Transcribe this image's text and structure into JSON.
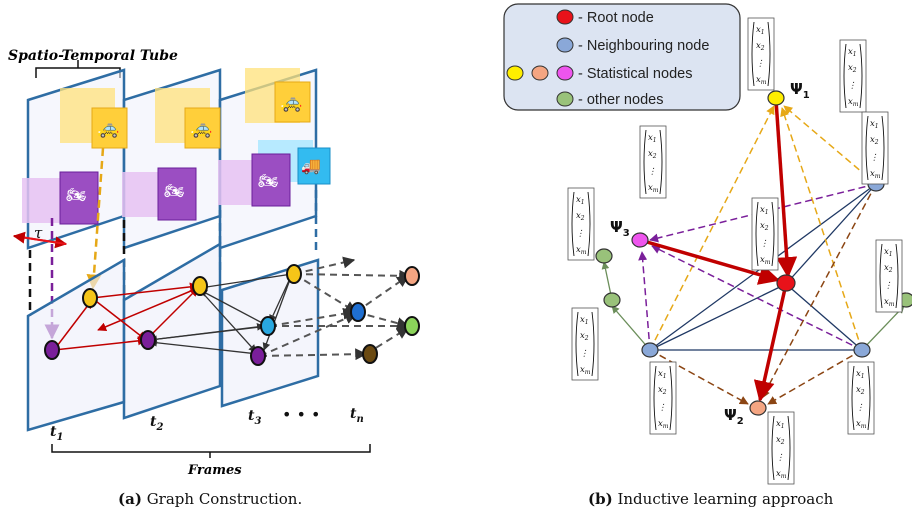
{
  "panel_a": {
    "tube_label": "Spatio-Temporal Tube",
    "tau_label": "τ",
    "time_labels": [
      "t",
      "t",
      "t",
      "t"
    ],
    "time_subs": [
      "1",
      "2",
      "3",
      "n"
    ],
    "ellipsis": "• • •",
    "frames_label": "Frames",
    "caption_prefix": "(a)",
    "caption_text": "Graph Construction."
  },
  "panel_b": {
    "legend": [
      {
        "text": "- Root node",
        "color": "#e8121a"
      },
      {
        "text": "- Neighbouring node",
        "color": "#8aa8d8"
      },
      {
        "text": "- Statistical nodes",
        "color": "#ee55ee"
      },
      {
        "text": "- other nodes",
        "color": "#99c27a"
      }
    ],
    "statistical_colors": [
      "#ffee00",
      "#f4a582",
      "#ee55ee"
    ],
    "psi_labels": [
      "Ψ",
      "Ψ",
      "Ψ"
    ],
    "psi_subs": [
      "1",
      "2",
      "3"
    ],
    "vector_rows": [
      "x",
      "x",
      "⋮",
      "x"
    ],
    "vector_subs": [
      "1",
      "2",
      "",
      "m"
    ],
    "caption_prefix": "(b)",
    "caption_text": "Inductive learning approach"
  },
  "colors": {
    "frame_edge": "#2e6da4",
    "frame_fill": "#eef0fb",
    "red_edge": "#c00000",
    "dark_edge": "#222222",
    "navy_edge": "#1f3864",
    "gold_dash": "#e6a817",
    "purple_dash": "#7a1f9a",
    "brown_dash": "#8b4513"
  }
}
